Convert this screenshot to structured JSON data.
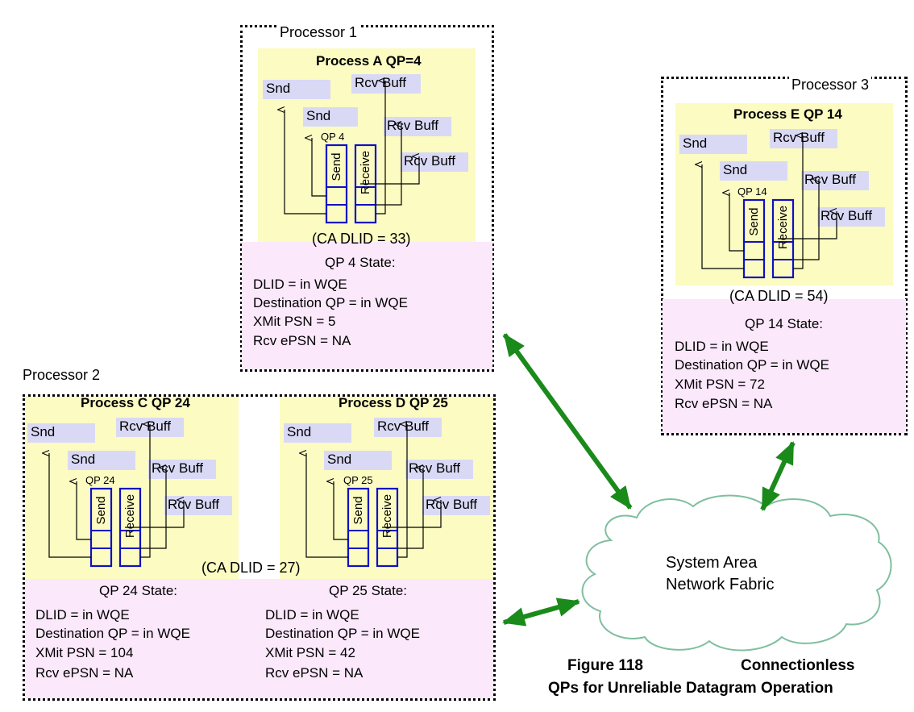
{
  "processors": [
    {
      "name": "Processor 1",
      "ca_dlid": "(CA DLID = 33)",
      "processes": [
        {
          "title": "Process A QP=4",
          "qp_label": "QP 4",
          "snd": [
            "Snd",
            "Snd"
          ],
          "rcv": [
            "Rcv Buff",
            "Rcv Buff",
            "Rcv Buff"
          ],
          "send_label": "Send",
          "receive_label": "Receive",
          "state_title": "QP 4 State:",
          "state_lines": [
            "DLID = in WQE",
            "Destination QP = in WQE",
            "XMit PSN = 5",
            "Rcv ePSN = NA"
          ]
        }
      ]
    },
    {
      "name": "Processor 2",
      "ca_dlid": "(CA DLID = 27)",
      "processes": [
        {
          "title": "Process C QP 24",
          "qp_label": "QP 24",
          "snd": [
            "Snd",
            "Snd"
          ],
          "rcv": [
            "Rcv Buff",
            "Rcv Buff",
            "Rcv Buff"
          ],
          "send_label": "Send",
          "receive_label": "Receive",
          "state_title": "QP 24 State:",
          "state_lines": [
            "DLID = in WQE",
            "Destination QP = in WQE",
            "XMit PSN = 104",
            "Rcv ePSN = NA"
          ]
        },
        {
          "title": "Process D QP 25",
          "qp_label": "QP 25",
          "snd": [
            "Snd",
            "Snd"
          ],
          "rcv": [
            "Rcv Buff",
            "Rcv Buff",
            "Rcv Buff"
          ],
          "send_label": "Send",
          "receive_label": "Receive",
          "state_title": "QP 25 State:",
          "state_lines": [
            "DLID = in WQE",
            "Destination QP = in WQE",
            "XMit PSN = 42",
            "Rcv ePSN = NA"
          ]
        }
      ]
    },
    {
      "name": "Processor 3",
      "ca_dlid": "(CA DLID = 54)",
      "processes": [
        {
          "title": "Process E QP 14",
          "qp_label": "QP 14",
          "snd": [
            "Snd",
            "Snd"
          ],
          "rcv": [
            "Rcv Buff",
            "Rcv Buff",
            "Rcv Buff"
          ],
          "send_label": "Send",
          "receive_label": "Receive",
          "state_title": "QP 14 State:",
          "state_lines": [
            "DLID = in WQE",
            "Destination QP = in WQE",
            "XMit PSN = 72",
            "Rcv ePSN = NA"
          ]
        }
      ]
    }
  ],
  "fabric": {
    "line1": "System Area",
    "line2": "Network Fabric"
  },
  "caption": {
    "left1": "Figure 118",
    "right1": "Connectionless",
    "line2": "QPs for Unreliable Datagram Operation"
  },
  "colors": {
    "arrow": "#1a8a1a",
    "qp_border": "#1010c0",
    "yellow": "#fbfbc2",
    "pink": "#fbe8fb",
    "buffer": "#d9d9f6"
  }
}
